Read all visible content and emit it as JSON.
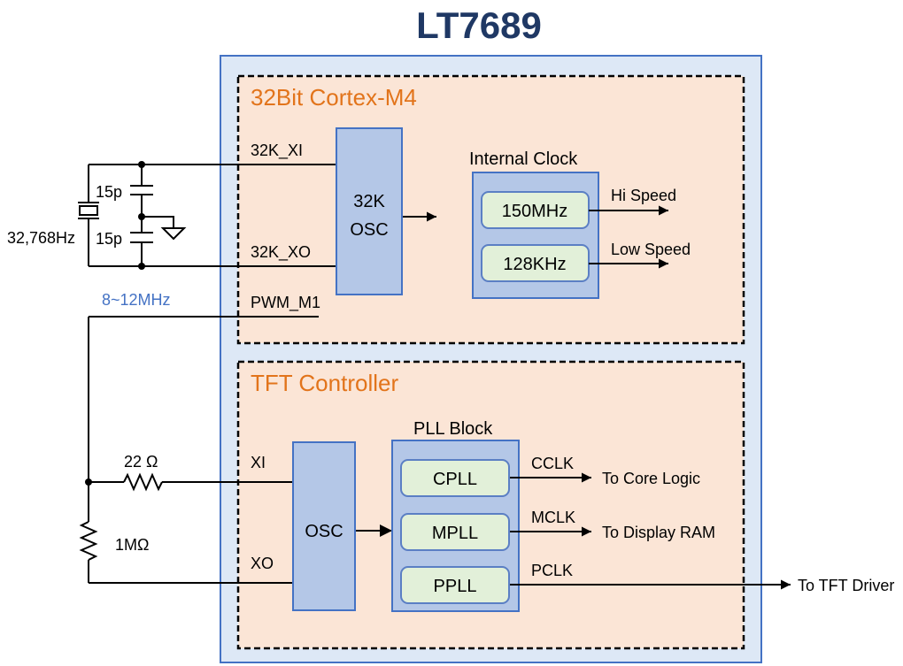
{
  "title": "LT7689",
  "sections": {
    "cortex": {
      "label": "32Bit Cortex-M4"
    },
    "tft": {
      "label": "TFT Controller"
    }
  },
  "crystal_circuit": {
    "frequency": "32,768Hz",
    "cap_top": "15p",
    "cap_bottom": "15p"
  },
  "pins": {
    "xi_32k": "32K_XI",
    "xo_32k": "32K_XO",
    "pwm": "PWM_M1",
    "xi": "XI",
    "xo": "XO"
  },
  "osc_32k": {
    "line1": "32K",
    "line2": "OSC"
  },
  "internal_clock": {
    "label": "Internal Clock",
    "clocks": [
      {
        "value": "150MHz",
        "output": "Hi Speed"
      },
      {
        "value": "128KHz",
        "output": "Low Speed"
      }
    ]
  },
  "external_clock": {
    "frequency": "8~12MHz",
    "series_resistor": "22 Ω",
    "feedback_resistor": "1MΩ"
  },
  "osc": {
    "label": "OSC"
  },
  "pll_block": {
    "label": "PLL Block",
    "plls": [
      {
        "name": "CPLL",
        "signal": "CCLK",
        "destination": "To Core Logic"
      },
      {
        "name": "MPLL",
        "signal": "MCLK",
        "destination": "To Display RAM"
      },
      {
        "name": "PPLL",
        "signal": "PCLK",
        "destination": "To TFT Driver"
      }
    ]
  },
  "colors": {
    "title": "#1f3864",
    "outer_fill": "#dde8f6",
    "outer_stroke": "#4472c4",
    "section_fill": "#fbe5d6",
    "section_label": "#e2741b",
    "block_fill": "#b4c7e7",
    "block_stroke": "#4472c4",
    "clock_fill": "#e2f0d9",
    "clock_stroke": "#5b7fc4",
    "freq_label": "#4472c4"
  }
}
